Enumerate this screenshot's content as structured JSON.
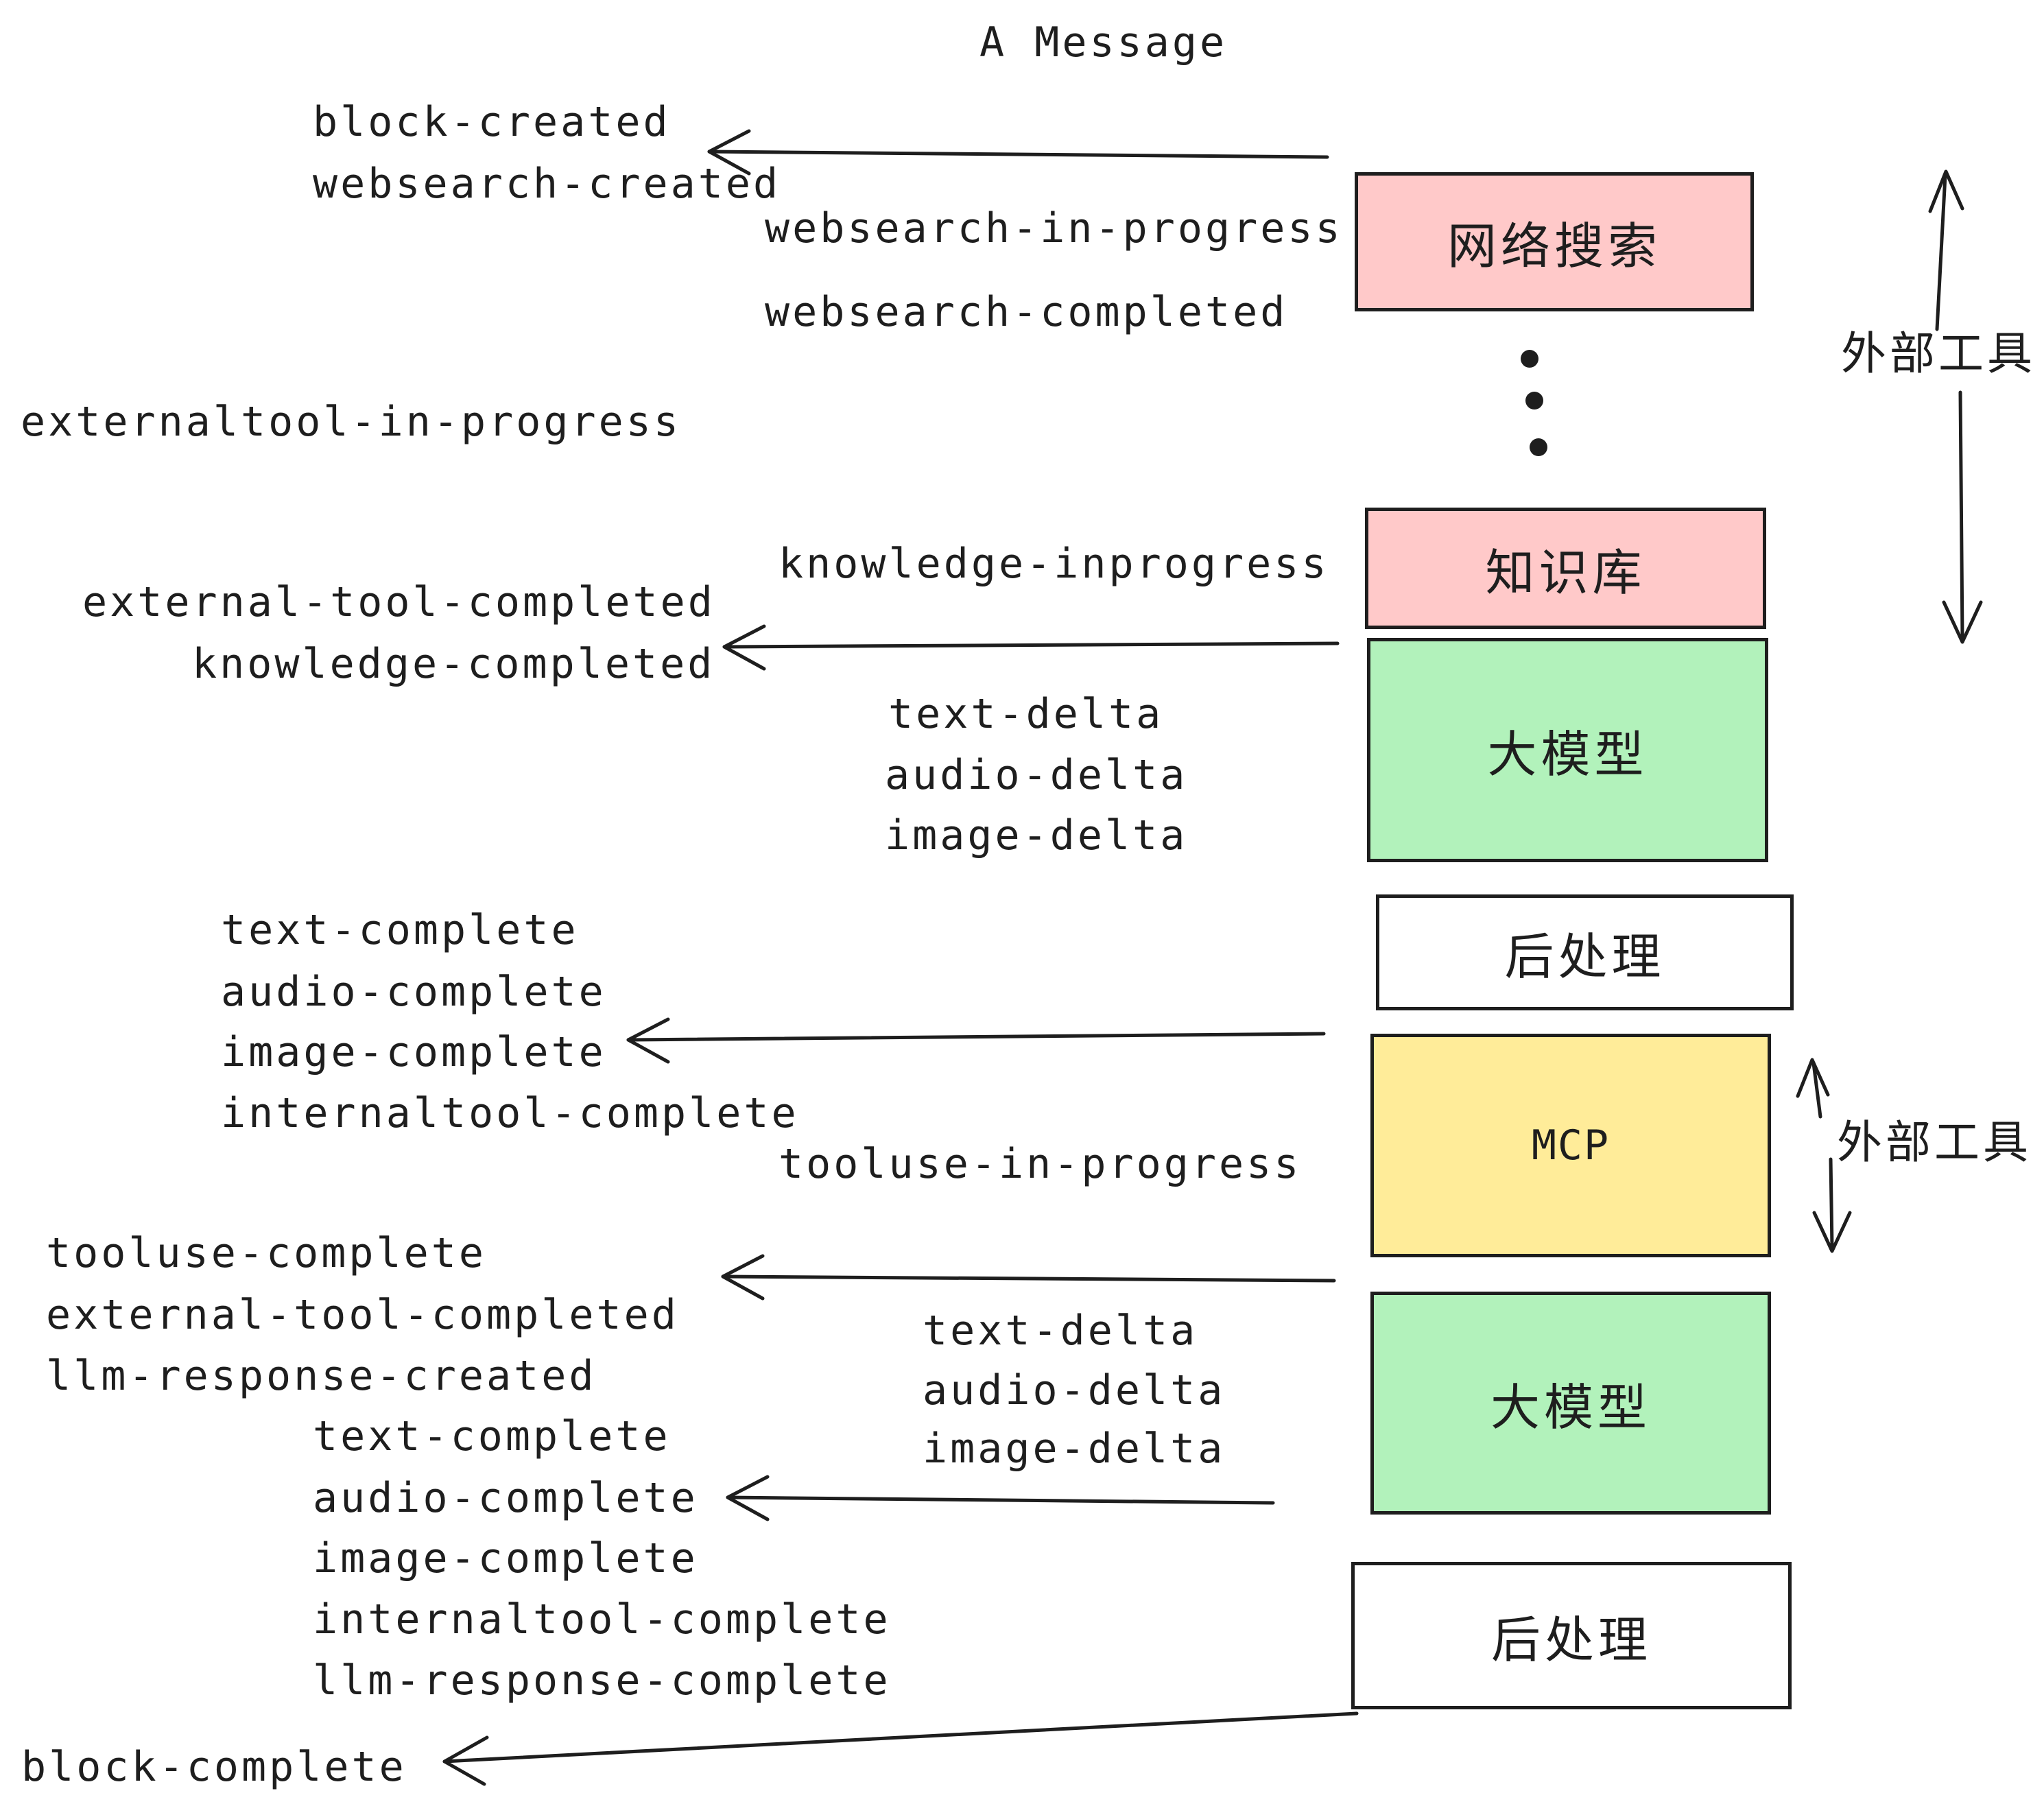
{
  "title": "A Message",
  "colors": {
    "ink": "#1e1e1e",
    "pink": "#ffc9c9",
    "green": "#b2f2bb",
    "yellow": "#ffec99",
    "white": "#ffffff"
  },
  "boxes": [
    {
      "id": "websearch",
      "label": "网络搜索",
      "color": "pink"
    },
    {
      "id": "knowledge",
      "label": "知识库",
      "color": "pink"
    },
    {
      "id": "llm-1",
      "label": "大模型",
      "color": "green"
    },
    {
      "id": "postprocess-1",
      "label": "后处理",
      "color": "white"
    },
    {
      "id": "mcp",
      "label": "MCP",
      "color": "yellow"
    },
    {
      "id": "llm-2",
      "label": "大模型",
      "color": "green"
    },
    {
      "id": "postprocess-2",
      "label": "后处理",
      "color": "white"
    }
  ],
  "side_labels": [
    {
      "label": "外部工具"
    },
    {
      "label": "外部工具"
    }
  ],
  "events": {
    "block_created": "block-created",
    "websearch_created": "websearch-created",
    "websearch_in_progress": "websearch-in-progress",
    "websearch_completed": "websearch-completed",
    "externaltool_in_progress": "externaltool-in-progress",
    "knowledge_inprogress": "knowledge-inprogress",
    "external_tool_completed_1": "external-tool-completed",
    "knowledge_completed": "knowledge-completed",
    "text_delta_1": "text-delta",
    "audio_delta_1": "audio-delta",
    "image_delta_1": "image-delta",
    "text_complete_1": "text-complete",
    "audio_complete_1": "audio-complete",
    "image_complete_1": "image-complete",
    "internaltool_complete_1": "internaltool-complete",
    "tooluse_in_progress": "tooluse-in-progress",
    "tooluse_complete": "tooluse-complete",
    "external_tool_completed_2": "external-tool-completed",
    "llm_response_created": "llm-response-created",
    "text_delta_2": "text-delta",
    "audio_delta_2": "audio-delta",
    "image_delta_2": "image-delta",
    "text_complete_2": "text-complete",
    "audio_complete_2": "audio-complete",
    "image_complete_2": "image-complete",
    "internaltool_complete_2": "internaltool-complete",
    "llm_response_complete": "llm-response-complete",
    "block_complete": "block-complete"
  }
}
